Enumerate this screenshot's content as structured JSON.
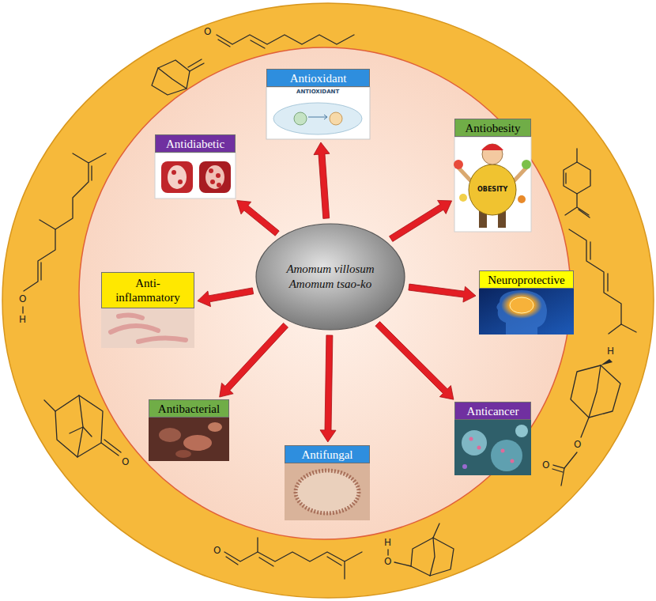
{
  "diagram": {
    "nodes": [
      {
        "text": [
          "Amomum villosum",
          "Amomum tsao-ko"
        ]
      },
      {
        "text": [
          "Antioxidant"
        ]
      },
      {
        "text": [
          "Antiobesity"
        ]
      },
      {
        "text": [
          "Neuroprotective"
        ]
      },
      {
        "text": [
          "Anticancer"
        ]
      },
      {
        "text": [
          "Antifungal"
        ]
      },
      {
        "text": [
          "Antibacterial"
        ]
      },
      {
        "text": [
          "Anti- inflammatory"
        ]
      },
      {
        "text": [
          "Antidiabetic"
        ]
      }
    ],
    "edges": [
      {
        "from": 0,
        "to": 1,
        "arrow": "to"
      },
      {
        "from": 0,
        "to": 2,
        "arrow": "to"
      },
      {
        "from": 0,
        "to": 3,
        "arrow": "to"
      },
      {
        "from": 0,
        "to": 4,
        "arrow": "to"
      },
      {
        "from": 0,
        "to": 5,
        "arrow": "to"
      },
      {
        "from": 0,
        "to": 6,
        "arrow": "to"
      },
      {
        "from": 0,
        "to": 7,
        "arrow": "to"
      },
      {
        "from": 0,
        "to": 8,
        "arrow": "to"
      }
    ],
    "labels": [
      "ANTIOXIDANT",
      "OBESITY",
      "O",
      "H",
      "O",
      "O",
      "O",
      "H",
      "O",
      "O",
      "O",
      "H"
    ]
  }
}
